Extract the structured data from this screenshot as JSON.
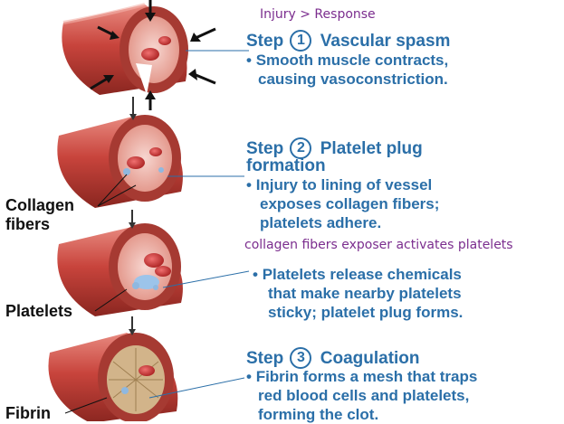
{
  "breadcrumb": "Injury > Response",
  "annotation": "collagen fibers exposer activates platelets",
  "colors": {
    "blue_text": "#2b6fa8",
    "purple_text": "#7b2d8e",
    "vessel": "#c8443c",
    "label_text": "#111111"
  },
  "steps": [
    {
      "title_prefix": "Step",
      "number": "1",
      "title": "Vascular spasm",
      "lines": [
        "Smooth muscle contracts,",
        "causing vasoconstriction."
      ]
    },
    {
      "title_prefix": "Step",
      "number": "2",
      "title": "Platelet plug",
      "title_line2": "formation",
      "lines": [
        "Injury to lining of vessel",
        "exposes collagen fibers;",
        "platelets adhere."
      ]
    },
    {
      "lines": [
        "Platelets release chemicals",
        "that make nearby platelets",
        "sticky; platelet plug forms."
      ]
    },
    {
      "title_prefix": "Step",
      "number": "3",
      "title": "Coagulation",
      "lines": [
        "Fibrin forms a mesh that traps",
        "red blood cells and platelets,",
        "forming the clot."
      ]
    }
  ],
  "labels": {
    "collagen_line1": "Collagen",
    "collagen_line2": "fibers",
    "platelets": "Platelets",
    "fibrin": "Fibrin"
  }
}
